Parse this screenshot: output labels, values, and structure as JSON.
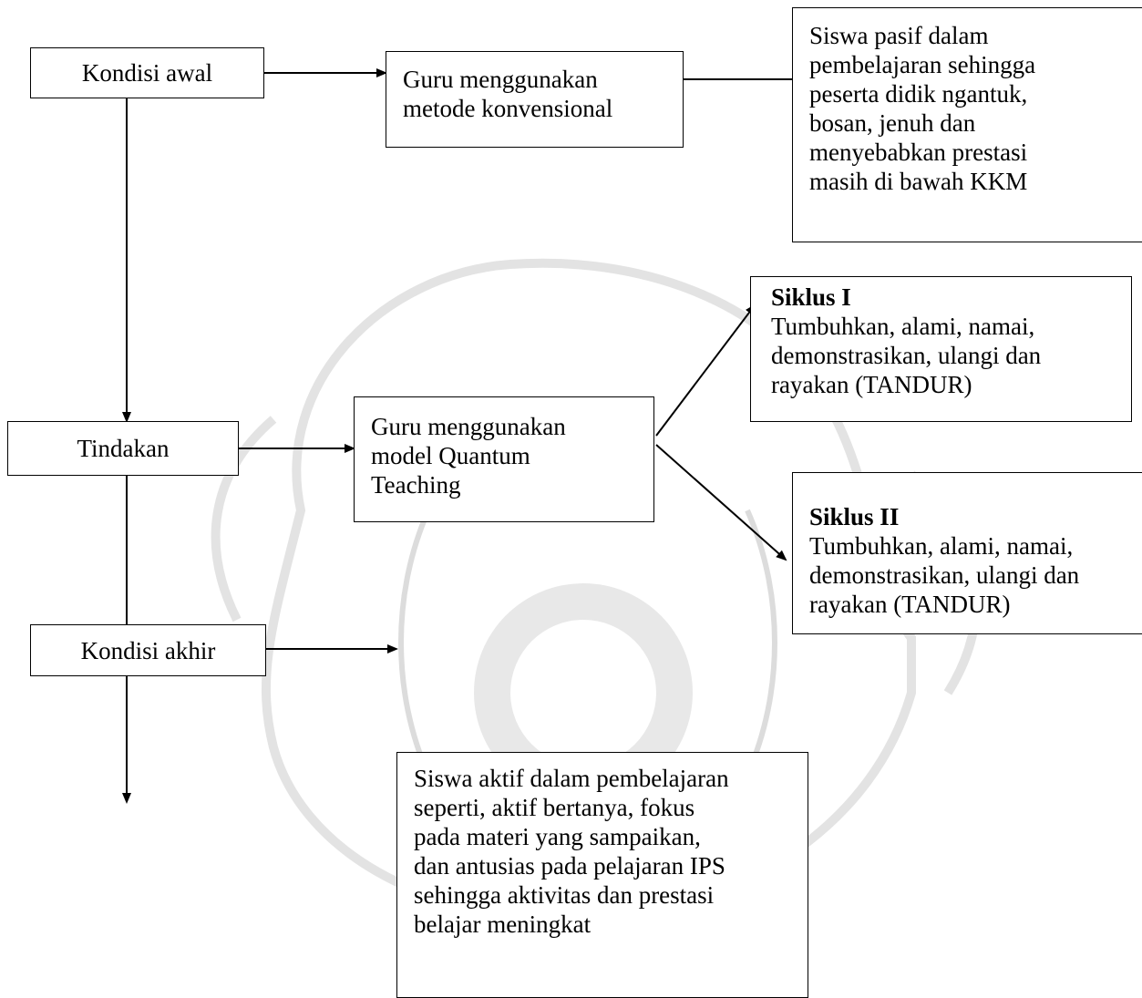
{
  "nodes": {
    "kondisi_awal": "Kondisi awal",
    "tindakan": "Tindakan",
    "kondisi_akhir": "Kondisi akhir",
    "guru_konvensional": [
      "Guru menggunakan",
      "metode konvensional"
    ],
    "siswa_pasif": [
      "Siswa pasif dalam",
      "pembelajaran sehingga",
      "peserta didik ngantuk,",
      "bosan, jenuh dan",
      "menyebabkan  prestasi",
      "masih di bawah KKM"
    ],
    "guru_quantum": [
      "Guru menggunakan",
      "model Quantum",
      "Teaching"
    ],
    "siklus1": {
      "title": "Siklus I",
      "lines": [
        "Tumbuhkan, alami, namai,",
        "demonstrasikan, ulangi dan",
        "rayakan (TANDUR)"
      ]
    },
    "siklus2": {
      "title": "Siklus II",
      "lines": [
        "Tumbuhkan, alami, namai,",
        "demonstrasikan, ulangi dan",
        "rayakan (TANDUR)"
      ]
    },
    "siswa_aktif": [
      "Siswa aktif dalam pembelajaran",
      "seperti, aktif bertanya, fokus",
      "pada materi yang sampaikan,",
      "dan antusias pada  pelajaran IPS",
      "sehingga aktivitas dan prestasi",
      "belajar meningkat"
    ]
  },
  "colors": {
    "stroke": "#000000",
    "watermark": "#d8d8d8"
  }
}
